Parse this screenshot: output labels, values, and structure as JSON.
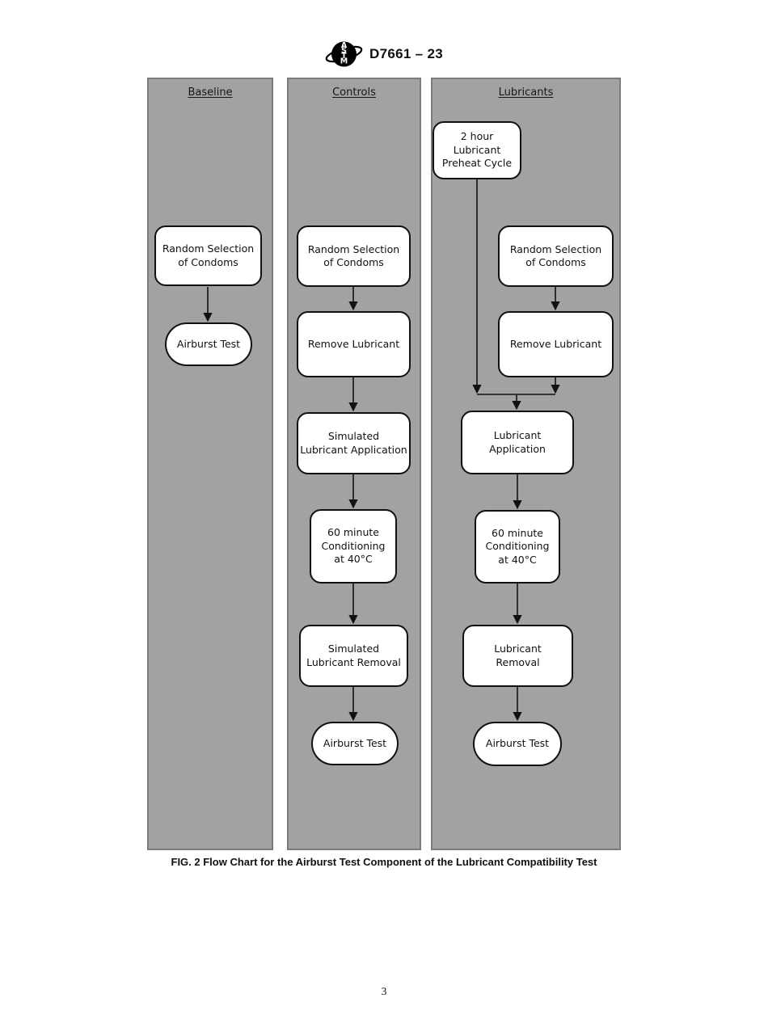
{
  "header": {
    "logo_icon": "astm-logo",
    "title": "D7661 – 23"
  },
  "figure": {
    "caption": "FIG. 2 Flow Chart for the Airburst Test Component of the Lubricant Compatibility Test",
    "columns": [
      {
        "id": "baseline",
        "title": "Baseline",
        "nodes": [
          {
            "id": "b-random-selection",
            "label": "Random Selection\nof Condoms",
            "shape": "process"
          },
          {
            "id": "b-airburst",
            "label": "Airburst Test",
            "shape": "terminator"
          }
        ]
      },
      {
        "id": "controls",
        "title": "Controls",
        "nodes": [
          {
            "id": "c-random-selection",
            "label": "Random Selection\nof Condoms",
            "shape": "process"
          },
          {
            "id": "c-remove-lubricant",
            "label": "Remove Lubricant",
            "shape": "process"
          },
          {
            "id": "c-simulated-application",
            "label": "Simulated\nLubricant Application",
            "shape": "process"
          },
          {
            "id": "c-conditioning",
            "label": "60 minute\nConditioning\nat 40°C",
            "shape": "process"
          },
          {
            "id": "c-simulated-removal",
            "label": "Simulated\nLubricant Removal",
            "shape": "process"
          },
          {
            "id": "c-airburst",
            "label": "Airburst Test",
            "shape": "terminator"
          }
        ]
      },
      {
        "id": "lubricants",
        "title": "Lubricants",
        "nodes": [
          {
            "id": "l-preheat",
            "label": "2 hour\nLubricant\nPreheat Cycle",
            "shape": "process"
          },
          {
            "id": "l-random-selection",
            "label": "Random Selection\nof Condoms",
            "shape": "process"
          },
          {
            "id": "l-remove-lubricant",
            "label": "Remove Lubricant",
            "shape": "process"
          },
          {
            "id": "l-application",
            "label": "Lubricant\nApplication",
            "shape": "process"
          },
          {
            "id": "l-conditioning",
            "label": "60 minute\nConditioning\nat 40°C",
            "shape": "process"
          },
          {
            "id": "l-removal",
            "label": "Lubricant\nRemoval",
            "shape": "process"
          },
          {
            "id": "l-airburst",
            "label": "Airburst Test",
            "shape": "terminator"
          }
        ]
      }
    ]
  },
  "page_number": "3",
  "colors": {
    "panel_fill": "#a2a2a2",
    "panel_border": "#7c7c7c",
    "node_fill": "#ffffff",
    "node_border": "#111111",
    "arrow": "#111111"
  }
}
